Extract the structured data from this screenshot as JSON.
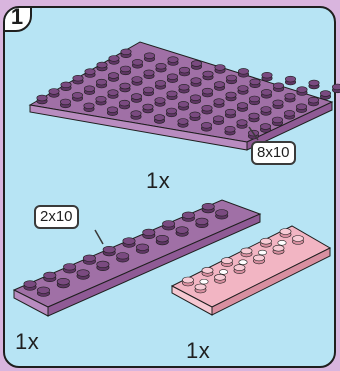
{
  "step": {
    "number": "1"
  },
  "parts": [
    {
      "name": "plate-8x10",
      "dimension_label": "8x10",
      "quantity": "1x",
      "color": "#c78fc9"
    },
    {
      "name": "plate-2x10",
      "dimension_label": "2x10",
      "quantity": "1x",
      "color": "#c78fc9"
    },
    {
      "name": "technic-plate-2x6",
      "dimension_label": "",
      "quantity": "1x",
      "color": "#f2b5c3"
    }
  ],
  "colors": {
    "background": "#d9b5de",
    "panel": "#b7e4f4",
    "outline": "#1f1f1f"
  }
}
